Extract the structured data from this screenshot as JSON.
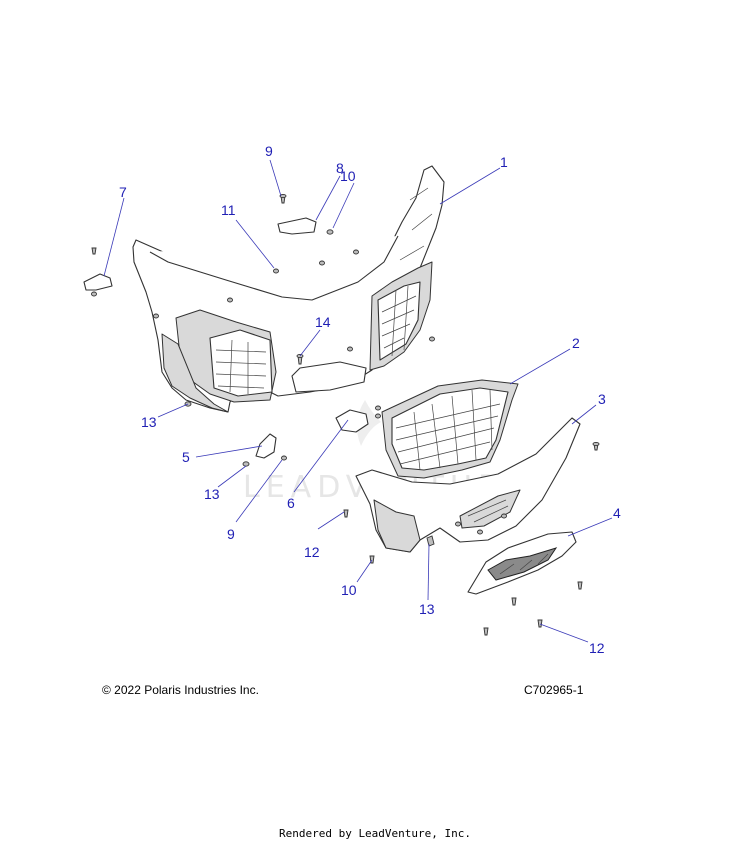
{
  "callouts": [
    {
      "label": "1"
    },
    {
      "label": "2"
    },
    {
      "label": "3"
    },
    {
      "label": "4"
    },
    {
      "label": "5"
    },
    {
      "label": "6"
    },
    {
      "label": "7"
    },
    {
      "label": "8"
    },
    {
      "label": "9"
    },
    {
      "label": "9"
    },
    {
      "label": "10"
    },
    {
      "label": "10"
    },
    {
      "label": "11"
    },
    {
      "label": "12"
    },
    {
      "label": "12"
    },
    {
      "label": "13"
    },
    {
      "label": "13"
    },
    {
      "label": "13"
    },
    {
      "label": "14"
    }
  ],
  "watermark": "LEADVENTURE",
  "footer": {
    "copyright": "© 2022 Polaris Industries Inc.",
    "doc_code": "C702965-1",
    "rendered_by": "Rendered by LeadVenture, Inc."
  },
  "colors": {
    "callout": "#1f1fb4",
    "line": "#333333"
  }
}
